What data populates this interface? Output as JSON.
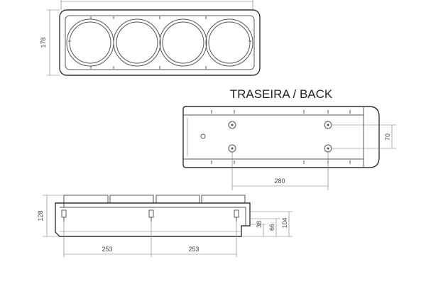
{
  "back_view": {
    "title": "TRASEIRA / BACK",
    "dim_width_holes": "280",
    "dim_height_holes": "70"
  },
  "front_view": {
    "dim_height": "178"
  },
  "side_view": {
    "dim_height_total": "128",
    "dim_left": "253",
    "dim_right": "253",
    "dim_38": "38",
    "dim_66": "66",
    "dim_104": "104"
  }
}
